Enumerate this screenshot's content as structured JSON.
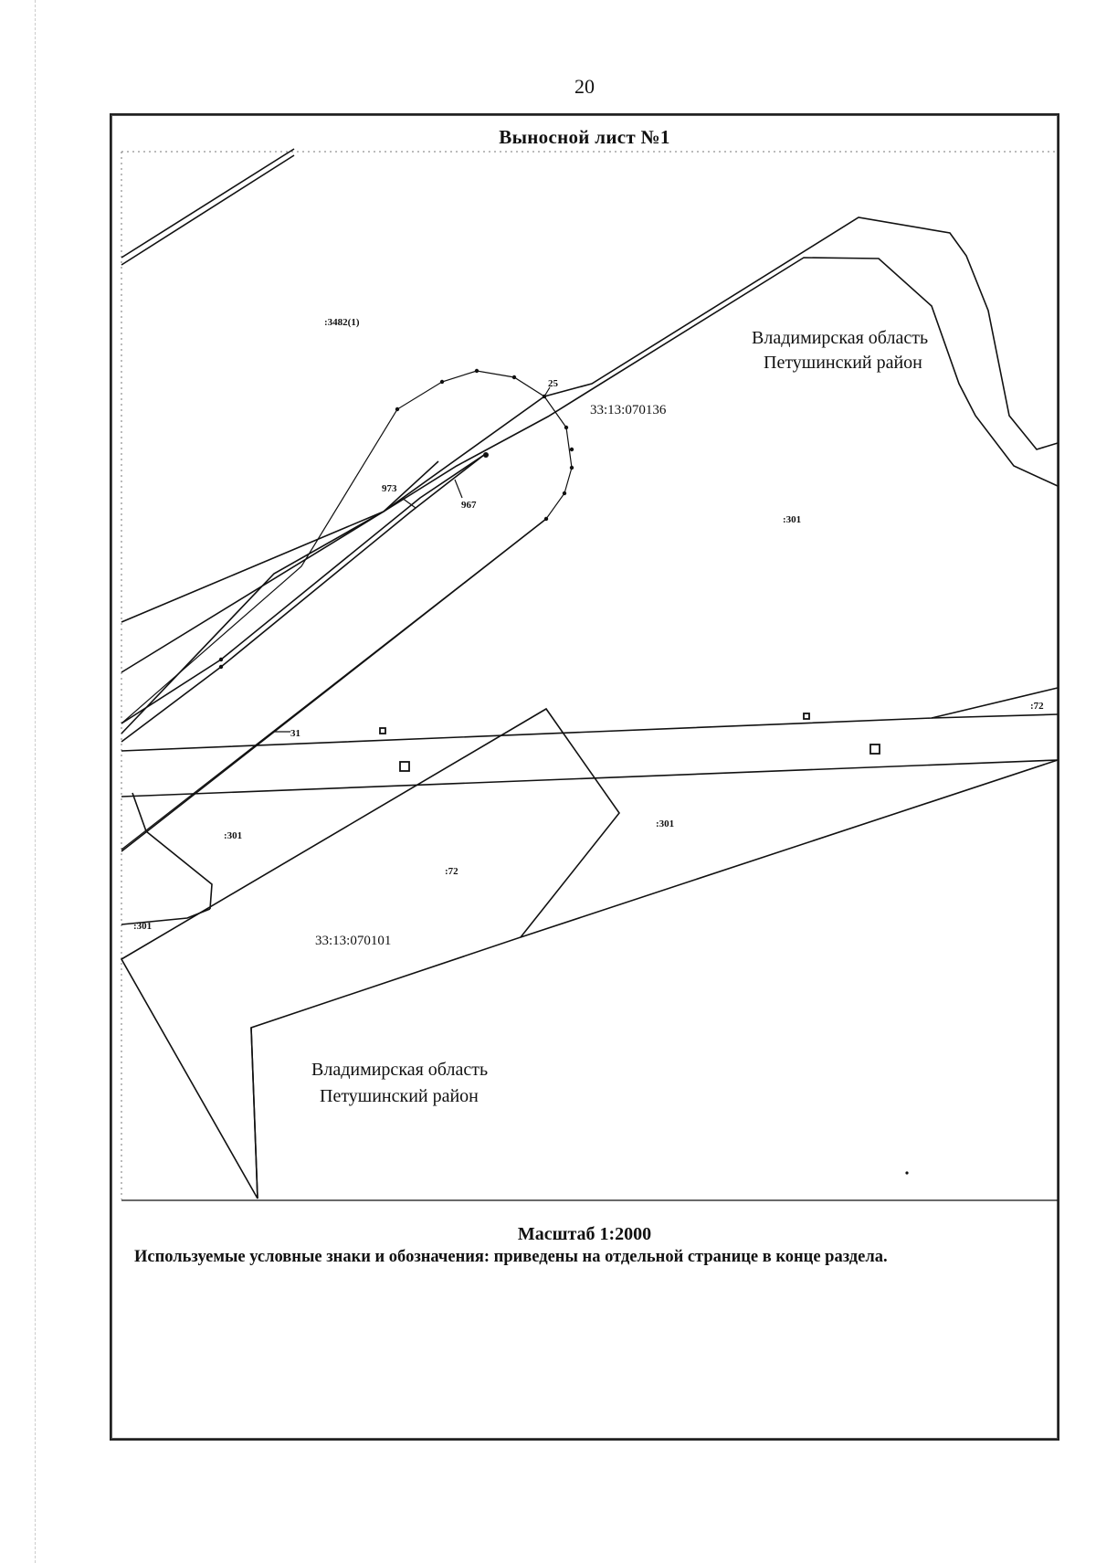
{
  "page": {
    "number": "20"
  },
  "sheet": {
    "title": "Выносной лист №1",
    "scale": "Масштаб 1:2000",
    "legend_note": "Используемые условные знаки и обозначения: приведены на отдельной странице в конце раздела."
  },
  "map": {
    "region_top": {
      "line1": "Владимирская область",
      "line2": "Петушинский район"
    },
    "region_bottom": {
      "line1": "Владимирская область",
      "line2": "Петушинский район"
    },
    "cadastral_quarters": [
      "33:13:070136",
      "33:13:070101"
    ],
    "parcel_labels": [
      ":3482(1)",
      ":301",
      ":301",
      ":301",
      ":301",
      ":72",
      ":72"
    ],
    "point_labels": [
      "25",
      "973",
      "967",
      "31"
    ]
  }
}
